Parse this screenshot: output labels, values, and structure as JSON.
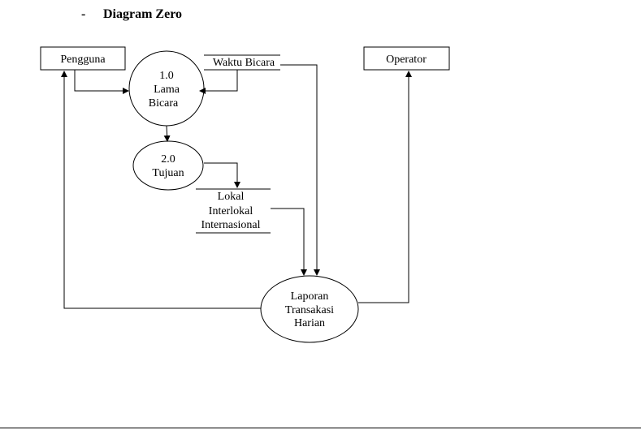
{
  "heading": {
    "bullet": "-",
    "title": "Diagram Zero"
  },
  "entities": {
    "pengguna": "Pengguna",
    "operator": "Operator"
  },
  "processes": {
    "lama_bicara": {
      "number": "1.0",
      "line1": "Lama",
      "line2": "Bicara"
    },
    "tujuan": {
      "number": "2.0",
      "line1": "Tujuan"
    },
    "laporan": {
      "line1": "Laporan",
      "line2": "Transakasi",
      "line3": "Harian"
    }
  },
  "data_stores": {
    "waktu_bicara": "Waktu Bicara",
    "kategori": {
      "line1": "Lokal",
      "line2": "Interlokal",
      "line3": "Internasional"
    }
  },
  "colors": {
    "stroke": "#000000",
    "background": "#ffffff"
  }
}
